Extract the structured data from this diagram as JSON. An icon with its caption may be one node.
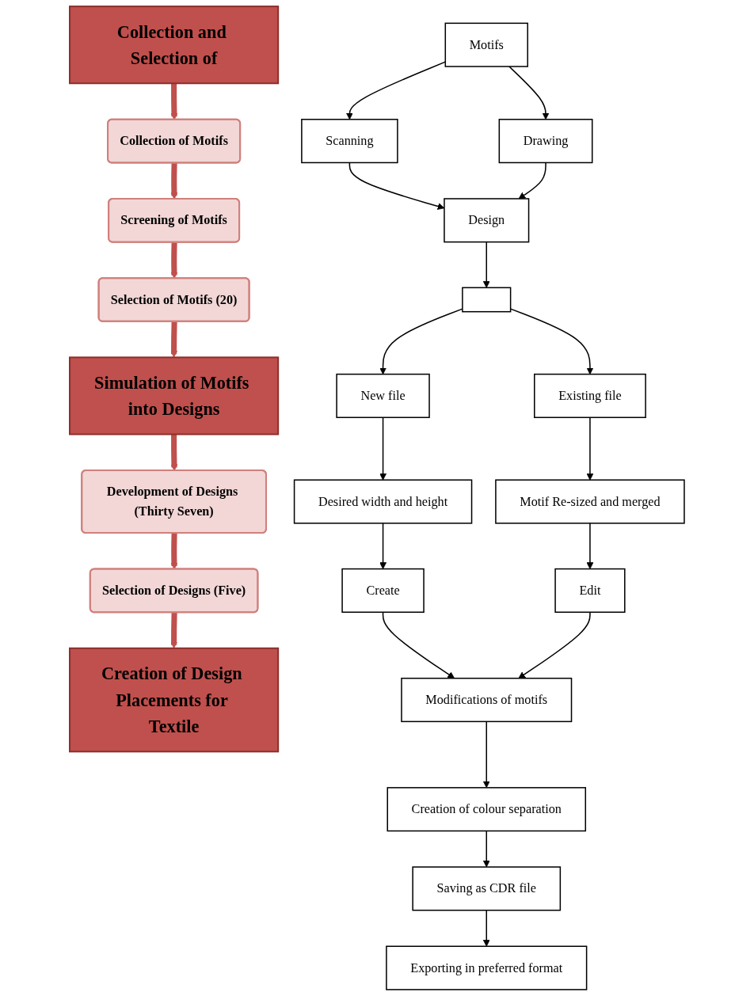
{
  "diagram": {
    "nodes": [
      {
        "text": [
          "Collection and Selection of"
        ]
      },
      {
        "text": [
          "Collection of Motifs"
        ]
      },
      {
        "text": [
          "Screening of Motifs"
        ]
      },
      {
        "text": [
          "Selection of Motifs (20)"
        ]
      },
      {
        "text": [
          "Simulation of Motifs into Designs"
        ]
      },
      {
        "text": [
          "Development of Designs (Thirty Seven)"
        ]
      },
      {
        "text": [
          "Selection of Designs (Five)"
        ]
      },
      {
        "text": [
          "Creation of Design Placements for Textile"
        ]
      },
      {
        "text": [
          "Motifs"
        ]
      },
      {
        "text": [
          "Scanning"
        ]
      },
      {
        "text": [
          "Drawing"
        ]
      },
      {
        "text": [
          "Design"
        ]
      },
      {
        "text": [],
        "shape": "box"
      },
      {
        "text": [
          "New file"
        ]
      },
      {
        "text": [
          "Desired width and height"
        ]
      },
      {
        "text": [
          "Create"
        ]
      },
      {
        "text": [
          "Existing file"
        ]
      },
      {
        "text": [
          "Motif Re-sized and merged"
        ]
      },
      {
        "text": [
          "Edit"
        ]
      },
      {
        "text": [
          "Modifications of motifs"
        ]
      },
      {
        "text": [
          "Creation of colour separation"
        ]
      },
      {
        "text": [
          "Saving as CDR file"
        ]
      },
      {
        "text": [
          "Exporting in preferred format"
        ]
      }
    ],
    "edges": [
      {
        "from": 0,
        "to": 1,
        "arrow": "to",
        "style": "thick",
        "color": "#c0504d"
      },
      {
        "from": 1,
        "to": 2,
        "arrow": "to",
        "style": "thick",
        "color": "#c0504d"
      },
      {
        "from": 2,
        "to": 3,
        "arrow": "to",
        "style": "thick",
        "color": "#c0504d"
      },
      {
        "from": 3,
        "to": 4,
        "arrow": "to",
        "style": "thick",
        "color": "#c0504d"
      },
      {
        "from": 4,
        "to": 5,
        "arrow": "to",
        "style": "thick",
        "color": "#c0504d"
      },
      {
        "from": 5,
        "to": 6,
        "arrow": "to",
        "style": "thick",
        "color": "#c0504d"
      },
      {
        "from": 6,
        "to": 7,
        "arrow": "to",
        "style": "thick",
        "color": "#c0504d"
      },
      {
        "from": 8,
        "to": 9,
        "arrow": "to"
      },
      {
        "from": 8,
        "to": 10,
        "arrow": "to"
      },
      {
        "from": 9,
        "to": 11,
        "arrow": "to"
      },
      {
        "from": 10,
        "to": 11,
        "arrow": "to"
      },
      {
        "from": 11,
        "to": 12,
        "arrow": "to"
      },
      {
        "from": 12,
        "to": 13,
        "arrow": "to"
      },
      {
        "from": 12,
        "to": 16,
        "arrow": "to"
      },
      {
        "from": 13,
        "to": 14,
        "arrow": "to"
      },
      {
        "from": 14,
        "to": 15,
        "arrow": "to"
      },
      {
        "from": 16,
        "to": 17,
        "arrow": "to"
      },
      {
        "from": 17,
        "to": 18,
        "arrow": "to"
      },
      {
        "from": 15,
        "to": 19,
        "arrow": "to"
      },
      {
        "from": 18,
        "to": 19,
        "arrow": "to"
      },
      {
        "from": 19,
        "to": 20,
        "arrow": "to"
      },
      {
        "from": 20,
        "to": 21,
        "arrow": "to"
      },
      {
        "from": 21,
        "to": 22,
        "arrow": "to"
      }
    ]
  }
}
